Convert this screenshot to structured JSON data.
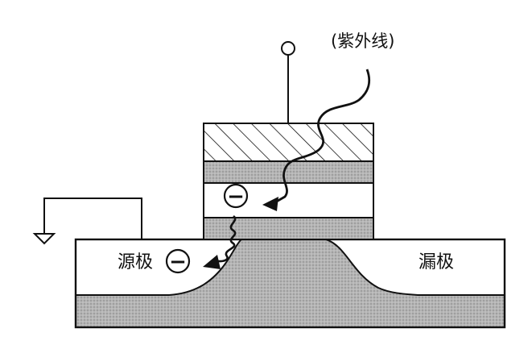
{
  "labels": {
    "uv": "(紫外线)",
    "source": "源极",
    "drain": "漏极"
  },
  "symbols": {
    "electron": "−"
  },
  "colors": {
    "line": "#111111",
    "dark_fill": "#a7a7a7",
    "channel_fill": "#b3b3b3",
    "background": "#ffffff"
  },
  "icons": [
    "ground-icon",
    "electron-icon",
    "terminal-icon",
    "uv-arrow-icon"
  ]
}
